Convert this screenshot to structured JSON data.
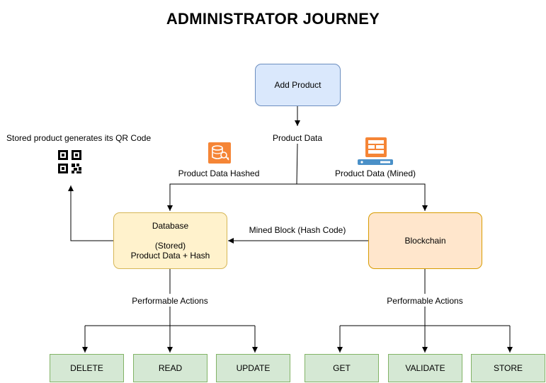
{
  "title": "ADMINISTRATOR JOURNEY",
  "nodes": {
    "add_product": "Add Product",
    "database": {
      "line1": "Database",
      "line2": "",
      "line3": "(Stored)",
      "line4": "Product Data + Hash"
    },
    "blockchain": "Blockchain"
  },
  "edge_labels": {
    "product_data": "Product Data",
    "product_data_hashed": "Product Data Hashed",
    "product_data_mined": "Product Data (Mined)",
    "mined_block": "Mined Block (Hash Code)",
    "qr_caption": "Stored product generates its QR Code",
    "db_actions": "Performable Actions",
    "bc_actions": "Performable Actions"
  },
  "db_actions": [
    "DELETE",
    "READ",
    "UPDATE"
  ],
  "bc_actions": [
    "GET",
    "VALIDATE",
    "STORE"
  ],
  "icons": {
    "hash_icon": "database-key-icon",
    "mined_icon": "server-rack-icon",
    "qr_icon": "qr-code-icon"
  },
  "colors": {
    "blue_fill": "#dae8fc",
    "blue_stroke": "#6c8ebf",
    "yellow_fill": "#fff2cc",
    "yellow_stroke": "#d6b656",
    "orange_fill": "#ffe6cc",
    "orange_stroke": "#d79b00",
    "green_fill": "#d5e8d4",
    "green_stroke": "#82b366",
    "icon_orange": "#f58536"
  }
}
